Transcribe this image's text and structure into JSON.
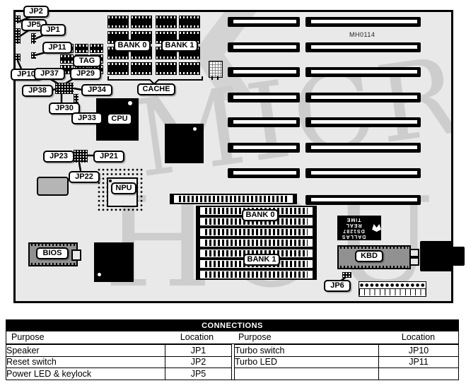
{
  "board": {
    "part_number": "MH0114",
    "watermark_line1": "MICRO",
    "watermark_line2": "HOUSE"
  },
  "labels": {
    "jp1": "JP1",
    "jp2": "JP2",
    "jp5": "JP5",
    "jp6": "JP6",
    "jp10": "JP10",
    "jp11": "JP11",
    "jp21": "JP21",
    "jp22": "JP22",
    "jp23": "JP23",
    "jp29": "JP29",
    "jp30": "JP30",
    "jp33": "JP33",
    "jp34": "JP34",
    "jp37": "JP37",
    "jp38": "JP38",
    "tag": "TAG",
    "cache": "CACHE",
    "cpu": "CPU",
    "npu": "NPU",
    "bios": "BIOS",
    "kbd": "KBD",
    "cache_bank0": "BANK 0",
    "cache_bank1": "BANK 1",
    "simm_bank0": "BANK 0",
    "simm_bank1": "BANK 1"
  },
  "rtc_chip": {
    "brand": "DALLAS",
    "model": "DS1287",
    "type": "REAL TIME"
  },
  "connections": {
    "title": "CONNECTIONS",
    "columns": [
      "Purpose",
      "Location",
      "Purpose",
      "Location"
    ],
    "left_rows": [
      [
        "Speaker",
        "JP1"
      ],
      [
        "Reset switch",
        "JP2"
      ],
      [
        "Power LED & keylock",
        "JP5"
      ]
    ],
    "right_rows": [
      [
        "Turbo switch",
        "JP10"
      ],
      [
        "Turbo LED",
        "JP11"
      ],
      [
        "",
        ""
      ]
    ]
  }
}
